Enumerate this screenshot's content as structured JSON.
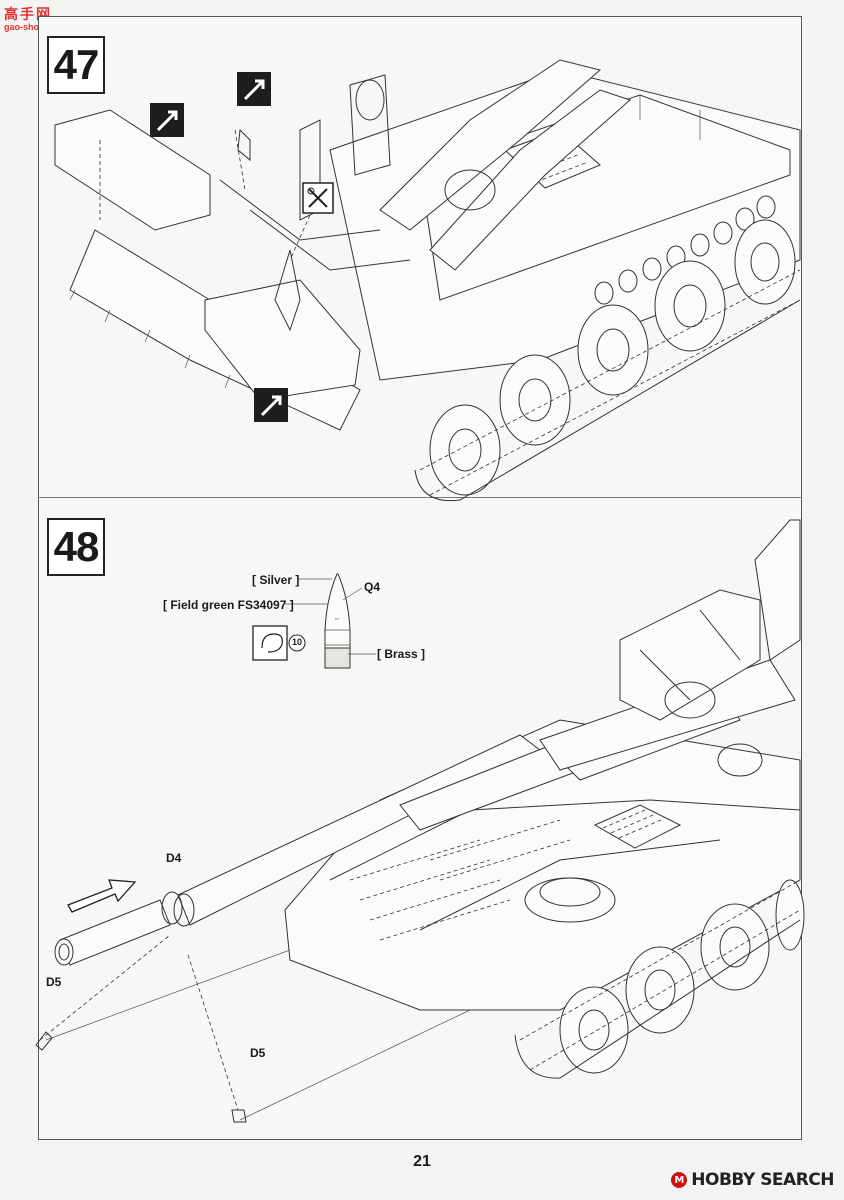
{
  "site_logo": {
    "cjk": "高手网",
    "url": "gao-shou.com"
  },
  "steps": [
    {
      "number": "47"
    },
    {
      "number": "48"
    }
  ],
  "step48": {
    "paint_labels": {
      "silver": "[ Silver ]",
      "field_green": "[ Field green FS34097 ]",
      "brass": "[ Brass ]"
    },
    "ammo_part": "Q4",
    "ammo_quantity": "10",
    "parts": {
      "muzzle": "D4",
      "chain_left": "D5",
      "chain_right": "D5"
    }
  },
  "page_number": "21",
  "watermark": {
    "badge": "M",
    "brand": "HOBBY SEARCH"
  },
  "icons": [
    "remove-part-icon",
    "remove-part-icon",
    "remove-part-icon",
    "cut-part-icon",
    "rotate-view-icon",
    "direction-arrow-icon"
  ]
}
